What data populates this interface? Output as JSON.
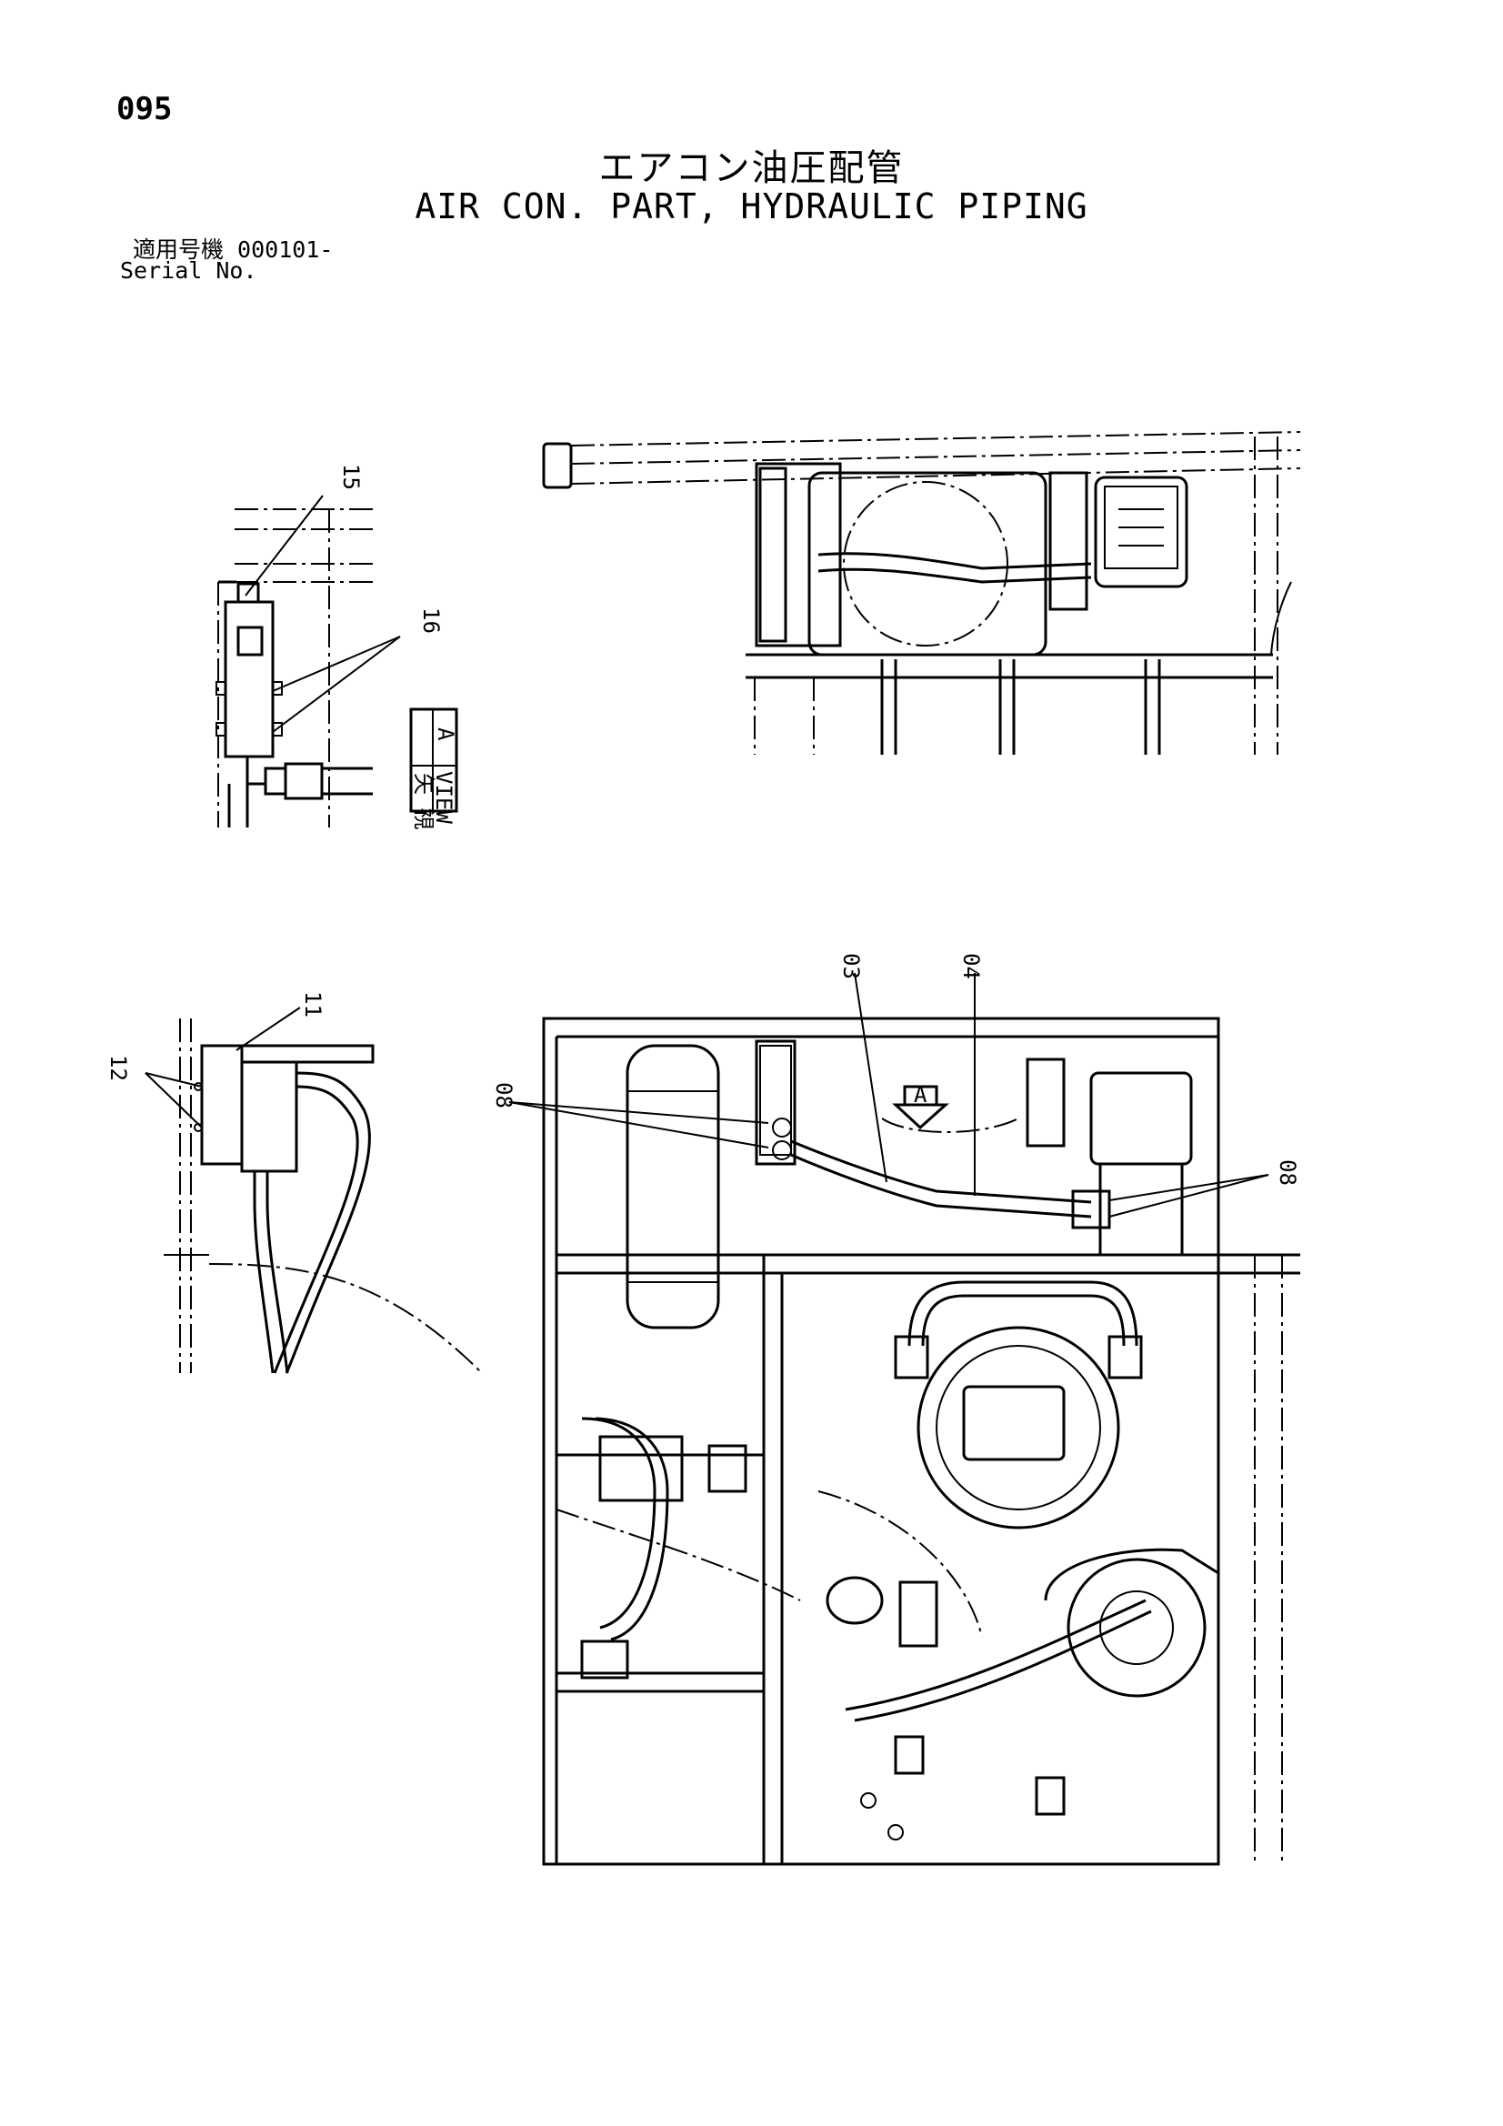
{
  "page_number": "095",
  "title_jp": "エアコン油圧配管",
  "title_en": "AIR CON. PART, HYDRAULIC PIPING",
  "serial_jp": "適用号機  000101-",
  "serial_en": "Serial No.",
  "view_label": {
    "jp": "矢 視",
    "en": "VIEW",
    "letter": "A"
  },
  "view_arrow_letter": "A",
  "callouts": [
    "15",
    "16",
    "11",
    "12",
    "03",
    "04",
    "08",
    "08"
  ]
}
